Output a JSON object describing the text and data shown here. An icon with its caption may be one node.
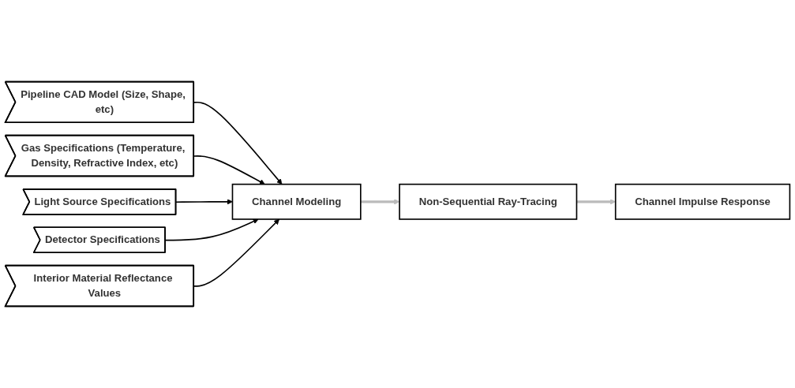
{
  "diagram": {
    "nodes": [
      {
        "text": [
          "Pipeline CAD Model (Size, Shape, etc)"
        ]
      },
      {
        "text": [
          "Gas Specifications (Temperature, Density, Refractive Index, etc)"
        ]
      },
      {
        "text": [
          "Light Source Specifications"
        ]
      },
      {
        "text": [
          "Detector Specifications"
        ]
      },
      {
        "text": [
          "Interior Material Reflectance Values"
        ]
      },
      {
        "text": [
          "Channel Modeling"
        ]
      },
      {
        "text": [
          "Non-Sequential Ray-Tracing"
        ]
      },
      {
        "text": [
          "Channel Impulse Response"
        ]
      }
    ],
    "edges": [
      {
        "from": 0,
        "to": 5,
        "arrow": "to"
      },
      {
        "from": 1,
        "to": 5,
        "arrow": "to"
      },
      {
        "from": 2,
        "to": 5,
        "arrow": "to"
      },
      {
        "from": 3,
        "to": 5,
        "arrow": "to"
      },
      {
        "from": 4,
        "to": 5,
        "arrow": "to"
      },
      {
        "from": 5,
        "to": 6,
        "arrow": "to",
        "style": "thick",
        "color": "#bbbbbb"
      },
      {
        "from": 6,
        "to": 7,
        "arrow": "to",
        "style": "thick",
        "color": "#bbbbbb"
      }
    ]
  }
}
